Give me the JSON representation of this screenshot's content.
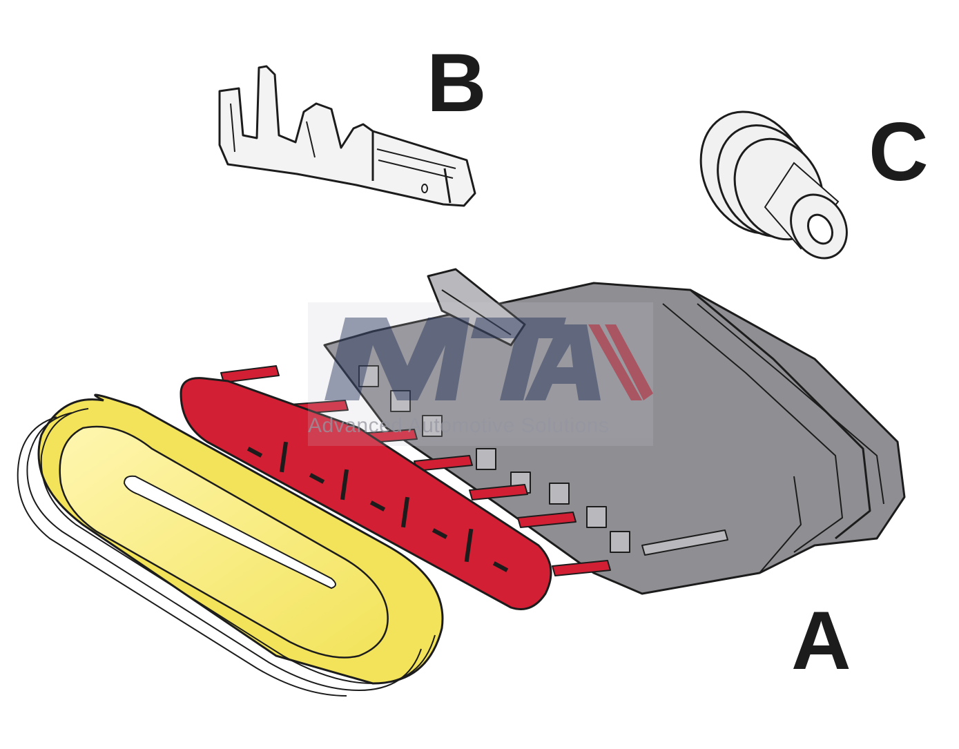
{
  "labels": {
    "housing": "A",
    "terminal": "B",
    "seal": "C"
  },
  "watermark": {
    "logo_text": "MTA",
    "tagline": "Advanced Automotive Solutions"
  },
  "colors": {
    "housing": "#8e8e93",
    "housing_light": "#b9b9bd",
    "lock_plate": "#d21f33",
    "gasket": "#f2e35a",
    "gasket_inner": "#fff6b0",
    "outline": "#1c1c1c",
    "terminal": "#f3f3f3",
    "seal": "#f1f1f1"
  }
}
